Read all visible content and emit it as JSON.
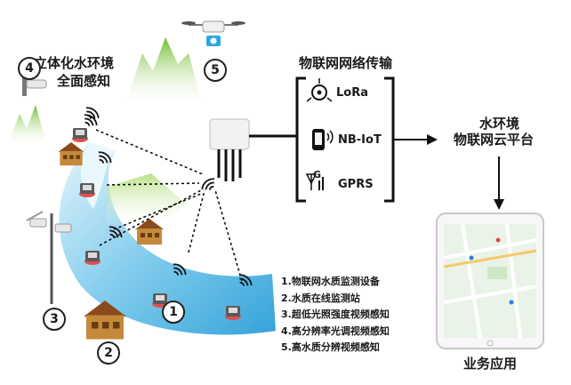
{
  "labels": {
    "water_3d": "立体化水环境",
    "full_perception": "全面感知",
    "iot_transport": "物联网网络传输",
    "platform_line1": "水环境",
    "platform_line2": "物联网云平台",
    "business_app": "业务应用"
  },
  "network": {
    "lora": "LoRa",
    "nbiot": "NB-IoT",
    "gprs": "GPRS",
    "gprs_glyph": "G"
  },
  "markers": [
    "1",
    "2",
    "3",
    "4",
    "5"
  ],
  "legend": [
    "1.物联网水质监测设备",
    "2.水质在线监测站",
    "3.超低光照强度视频感知",
    "4.高分辨率光调视频感知",
    "5.高水质分辨视频感知"
  ],
  "icons": {
    "lora": "lora-network-icon",
    "nbiot": "nbiot-device-icon",
    "gprs": "gprs-antenna-icon",
    "gateway": "gateway-icon",
    "drone": "drone-icon",
    "camera": "camera-icon",
    "tablet": "tablet-map-icon"
  },
  "colors": {
    "river_light": "#d9f1fb",
    "river_dark": "#2fa6dd",
    "mountain": "#7cc63a",
    "house_wall": "#b9822f",
    "house_roof": "#8a4a1e",
    "line": "#111111"
  }
}
